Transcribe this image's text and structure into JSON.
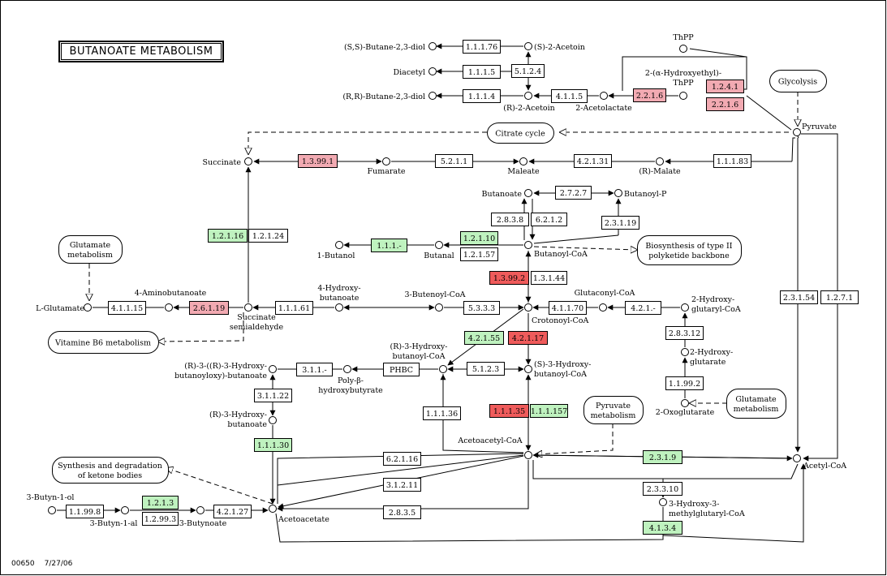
{
  "title": "BUTANOATE METABOLISM",
  "footer": {
    "map_id": "00650",
    "date": "7/27/06"
  },
  "colors": {
    "white": "#ffffff",
    "green": "#bff2bf",
    "pink": "#f2aab2",
    "red": "#ef5b5b",
    "line": "#000000"
  },
  "enzymes": [
    {
      "id": "e1",
      "label": "1.1.1.76",
      "color": "white"
    },
    {
      "id": "e2",
      "label": "5.1.2.4",
      "color": "white"
    },
    {
      "id": "e3",
      "label": "1.1.1.5",
      "color": "white"
    },
    {
      "id": "e4",
      "label": "1.1.1.4",
      "color": "white"
    },
    {
      "id": "e5",
      "label": "4.1.1.5",
      "color": "white"
    },
    {
      "id": "e6",
      "label": "2.2.1.6",
      "color": "pink"
    },
    {
      "id": "e7",
      "label": "1.2.4.1",
      "color": "pink"
    },
    {
      "id": "e8",
      "label": "2.2.1.6",
      "color": "pink"
    },
    {
      "id": "e9",
      "label": "1.3.99.1",
      "color": "pink"
    },
    {
      "id": "e10",
      "label": "5.2.1.1",
      "color": "white"
    },
    {
      "id": "e11",
      "label": "4.2.1.31",
      "color": "white"
    },
    {
      "id": "e12",
      "label": "1.1.1.83",
      "color": "white"
    },
    {
      "id": "e13",
      "label": "2.7.2.7",
      "color": "white"
    },
    {
      "id": "e14",
      "label": "2.8.3.8",
      "color": "white"
    },
    {
      "id": "e15",
      "label": "6.2.1.2",
      "color": "white"
    },
    {
      "id": "e16",
      "label": "2.3.1.19",
      "color": "white"
    },
    {
      "id": "e17",
      "label": "1.2.1.16",
      "color": "green"
    },
    {
      "id": "e18",
      "label": "1.2.1.24",
      "color": "white"
    },
    {
      "id": "e19",
      "label": "1.1.1.-",
      "color": "green"
    },
    {
      "id": "e20",
      "label": "1.2.1.10",
      "color": "green"
    },
    {
      "id": "e21",
      "label": "1.2.1.57",
      "color": "white"
    },
    {
      "id": "e22",
      "label": "1.3.99.2",
      "color": "red"
    },
    {
      "id": "e23",
      "label": "1.3.1.44",
      "color": "white"
    },
    {
      "id": "e24",
      "label": "4.1.1.15",
      "color": "white"
    },
    {
      "id": "e25",
      "label": "2.6.1.19",
      "color": "pink"
    },
    {
      "id": "e26",
      "label": "1.1.1.61",
      "color": "white"
    },
    {
      "id": "e27",
      "label": "5.3.3.3",
      "color": "white"
    },
    {
      "id": "e28",
      "label": "4.1.1.70",
      "color": "white"
    },
    {
      "id": "e29",
      "label": "4.2.1.-",
      "color": "white"
    },
    {
      "id": "e30",
      "label": "2.3.1.54",
      "color": "white"
    },
    {
      "id": "e31",
      "label": "1.2.7.1",
      "color": "white"
    },
    {
      "id": "e32",
      "label": "4.2.1.55",
      "color": "green"
    },
    {
      "id": "e33",
      "label": "4.2.1.17",
      "color": "red"
    },
    {
      "id": "e34",
      "label": "2.8.3.12",
      "color": "white"
    },
    {
      "id": "e35",
      "label": "3.1.1.-",
      "color": "white"
    },
    {
      "id": "e36",
      "label": "PHBC",
      "color": "white"
    },
    {
      "id": "e37",
      "label": "5.1.2.3",
      "color": "white"
    },
    {
      "id": "e38",
      "label": "1.1.99.2",
      "color": "white"
    },
    {
      "id": "e39",
      "label": "3.1.1.22",
      "color": "white"
    },
    {
      "id": "e40",
      "label": "1.1.1.36",
      "color": "white"
    },
    {
      "id": "e41",
      "label": "1.1.1.35",
      "color": "red"
    },
    {
      "id": "e42",
      "label": "1.1.1.157",
      "color": "green"
    },
    {
      "id": "e43",
      "label": "1.1.1.30",
      "color": "green"
    },
    {
      "id": "e44",
      "label": "6.2.1.16",
      "color": "white"
    },
    {
      "id": "e45",
      "label": "2.3.1.9",
      "color": "green"
    },
    {
      "id": "e46",
      "label": "3.1.2.11",
      "color": "white"
    },
    {
      "id": "e47",
      "label": "2.3.3.10",
      "color": "white"
    },
    {
      "id": "e48",
      "label": "1.2.1.3",
      "color": "green"
    },
    {
      "id": "e49",
      "label": "1.1.99.8",
      "color": "white"
    },
    {
      "id": "e50",
      "label": "1.2.99.3",
      "color": "white"
    },
    {
      "id": "e51",
      "label": "4.2.1.27",
      "color": "white"
    },
    {
      "id": "e52",
      "label": "2.8.3.5",
      "color": "white"
    },
    {
      "id": "e53",
      "label": "4.1.3.4",
      "color": "green"
    }
  ],
  "compounds": [
    {
      "id": "c1",
      "lines": [
        "(S,S)-Butane-2,3-diol"
      ]
    },
    {
      "id": "c2",
      "lines": [
        "(S)-2-Acetoin"
      ]
    },
    {
      "id": "c3",
      "lines": [
        "Diacetyl"
      ]
    },
    {
      "id": "c4",
      "lines": [
        "(R,R)-Butane-2,3-diol"
      ]
    },
    {
      "id": "c5",
      "lines": [
        "(R)-2-Acetoin"
      ]
    },
    {
      "id": "c6",
      "lines": [
        "2-Acetolactate"
      ]
    },
    {
      "id": "c7",
      "lines": [
        "ThPP"
      ]
    },
    {
      "id": "c8",
      "lines": [
        "2-(α-Hydroxyethyl)-",
        "ThPP"
      ]
    },
    {
      "id": "c9",
      "lines": [
        "Pyruvate"
      ]
    },
    {
      "id": "c10",
      "lines": [
        "Succinate"
      ]
    },
    {
      "id": "c11",
      "lines": [
        "Fumarate"
      ]
    },
    {
      "id": "c12",
      "lines": [
        "Maleate"
      ]
    },
    {
      "id": "c13",
      "lines": [
        "(R)-Malate"
      ]
    },
    {
      "id": "c14",
      "lines": [
        "Butanoate"
      ]
    },
    {
      "id": "c15",
      "lines": [
        "Butanoyl-P"
      ]
    },
    {
      "id": "c16",
      "lines": [
        "1-Butanol"
      ]
    },
    {
      "id": "c17",
      "lines": [
        "Butanal"
      ]
    },
    {
      "id": "c18",
      "lines": [
        "Butanoyl-CoA"
      ]
    },
    {
      "id": "c19",
      "lines": [
        "L-Glutamate"
      ]
    },
    {
      "id": "c20",
      "lines": [
        "4-Aminobutanoate"
      ]
    },
    {
      "id": "c21",
      "lines": [
        "Succinate",
        "semialdehyde"
      ]
    },
    {
      "id": "c22",
      "lines": [
        "4-Hydroxy-",
        "butanoate"
      ]
    },
    {
      "id": "c23",
      "lines": [
        "3-Butenoyl-CoA"
      ]
    },
    {
      "id": "c24",
      "lines": [
        "Crotonoyl-CoA"
      ]
    },
    {
      "id": "c25",
      "lines": [
        "Glutaconyl-CoA"
      ]
    },
    {
      "id": "c26",
      "lines": [
        "2-Hydroxy-",
        "glutaryl-CoA"
      ]
    },
    {
      "id": "c27",
      "lines": [
        "(R)-3-((R)-3-Hydroxy-",
        "butanoyloxy)-butanoate"
      ]
    },
    {
      "id": "c28",
      "lines": [
        "Poly-β-",
        "hydroxybutyrate"
      ]
    },
    {
      "id": "c29",
      "lines": [
        "(R)-3-Hydroxy-",
        "butanoyl-CoA"
      ]
    },
    {
      "id": "c30",
      "lines": [
        "(S)-3-Hydroxy-",
        "butanoyl-CoA"
      ]
    },
    {
      "id": "c31",
      "lines": [
        "2-Hydroxy-",
        "glutarate"
      ]
    },
    {
      "id": "c32",
      "lines": [
        "2-Oxoglutarate"
      ]
    },
    {
      "id": "c33",
      "lines": [
        "(R)-3-Hydroxy-",
        "butanoate"
      ]
    },
    {
      "id": "c34",
      "lines": [
        "Acetoacetyl-CoA"
      ]
    },
    {
      "id": "c35",
      "lines": [
        "Acetyl-CoA"
      ]
    },
    {
      "id": "c36",
      "lines": [
        "3-Butyn-1-ol"
      ]
    },
    {
      "id": "c37",
      "lines": [
        "3-Butyn-1-al"
      ]
    },
    {
      "id": "c38",
      "lines": [
        "3-Butynoate"
      ]
    },
    {
      "id": "c39",
      "lines": [
        "Acetoacetate"
      ]
    },
    {
      "id": "c40",
      "lines": [
        "3-Hydroxy-3-",
        "methylglutaryl-CoA"
      ]
    }
  ],
  "maps": [
    {
      "id": "m1",
      "lines": [
        "Glycolysis"
      ]
    },
    {
      "id": "m2",
      "lines": [
        "Citrate cycle"
      ]
    },
    {
      "id": "m3",
      "lines": [
        "Glutamate",
        "metabolism"
      ]
    },
    {
      "id": "m4",
      "lines": [
        "Biosynthesis of type II",
        "polyketide backbone"
      ]
    },
    {
      "id": "m5",
      "lines": [
        "Vitamine B6 metabolism"
      ]
    },
    {
      "id": "m6",
      "lines": [
        "Pyruvate",
        "metabolism"
      ]
    },
    {
      "id": "m7",
      "lines": [
        "Glutamate",
        "metabolism"
      ]
    },
    {
      "id": "m8",
      "lines": [
        "Synthesis and degradation",
        "of ketone bodies"
      ]
    }
  ]
}
